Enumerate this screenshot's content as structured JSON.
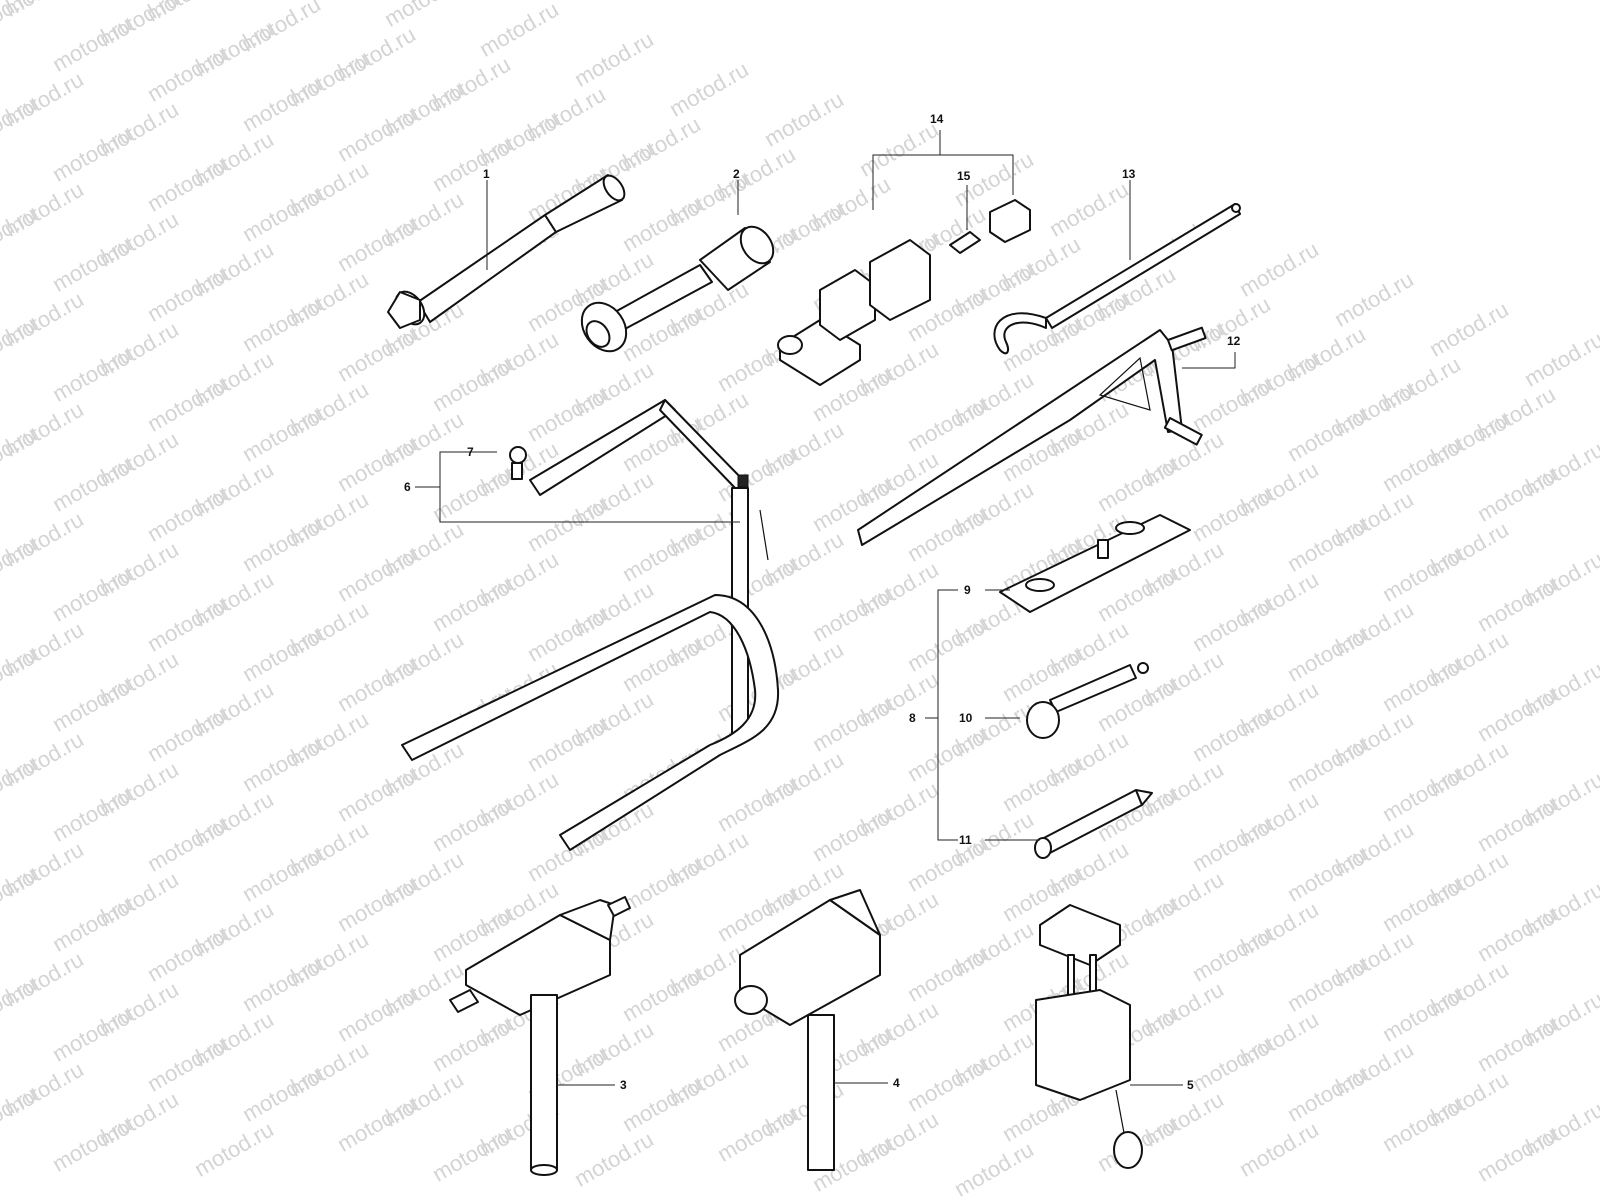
{
  "watermark": {
    "text": "motod.ru"
  },
  "callouts": {
    "c1": "1",
    "c2": "2",
    "c3": "3",
    "c4": "4",
    "c5": "5",
    "c6": "6",
    "c7": "7",
    "c8": "8",
    "c9": "9",
    "c10": "10",
    "c11": "11",
    "c12": "12",
    "c13": "13",
    "c14": "14",
    "c15": "15"
  },
  "icons": [
    "puller-tool-icon",
    "bearing-puller-icon",
    "chain-breaker-icon",
    "chain-press-icon",
    "chain-riveter-icon",
    "work-stand-icon",
    "bolt-icon",
    "plate-tool-icon",
    "installer-tool-icon",
    "drift-pin-icon",
    "holding-wrench-icon",
    "hook-wrench-icon",
    "clamp-block-icon",
    "pin-icon"
  ],
  "colors": {
    "line": "#111111",
    "watermark": "#d4d4d4",
    "background": "#ffffff"
  }
}
